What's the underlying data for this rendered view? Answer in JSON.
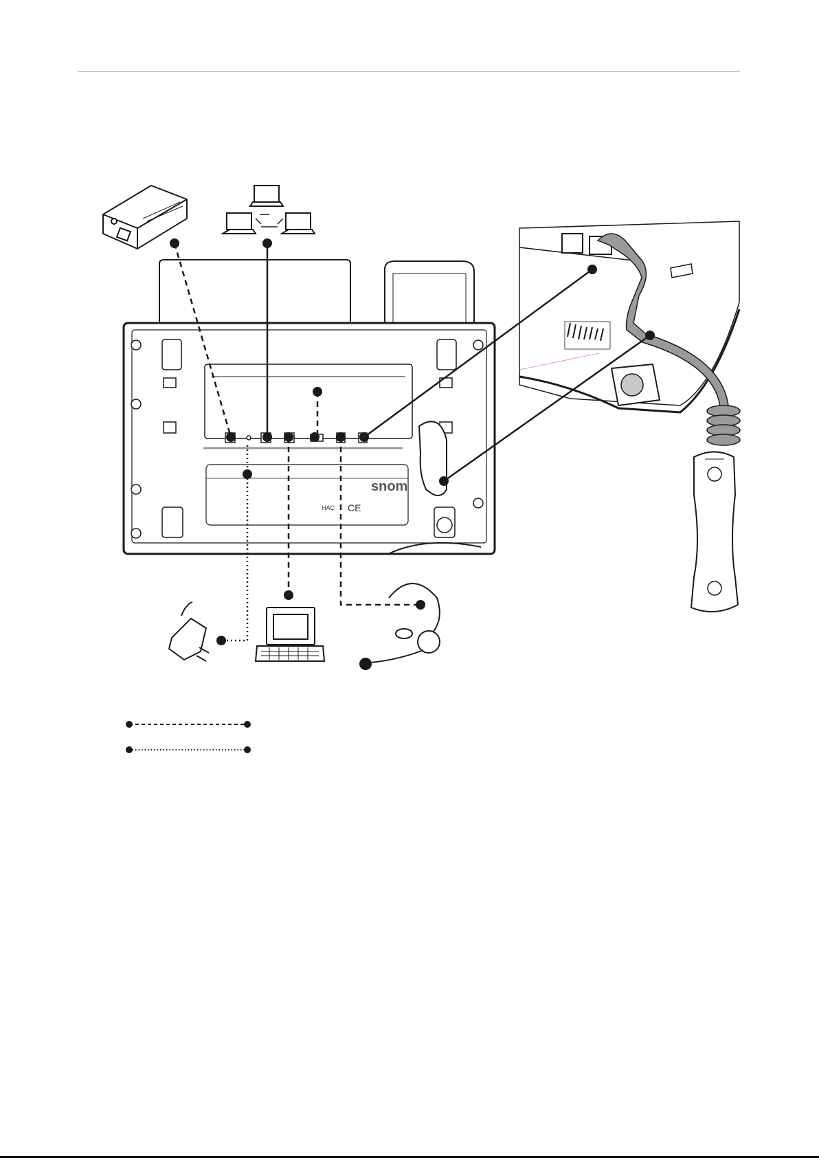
{
  "page": {
    "header_rule": true,
    "footer_rule": true
  },
  "phone_base": {
    "brand_label": "snom",
    "regulatory_label_hac": "HAC",
    "regulatory_label_ce": "CE",
    "port_count": 6
  },
  "connections": [
    {
      "id": "ehs-adapter",
      "name": "ehs-adapter-icon",
      "line_style": "dashed"
    },
    {
      "id": "network",
      "name": "network-icon",
      "line_style": "solid"
    },
    {
      "id": "expansion",
      "name": "expansion-port-link",
      "line_style": "dashed"
    },
    {
      "id": "handset",
      "name": "handset-cord-link",
      "line_style": "solid"
    },
    {
      "id": "power",
      "name": "power-adapter-icon",
      "line_style": "dotted"
    },
    {
      "id": "pc",
      "name": "computer-icon",
      "line_style": "dashed"
    },
    {
      "id": "headset",
      "name": "headset-icon",
      "line_style": "dashed"
    }
  ],
  "legend": {
    "items": [
      {
        "style": "dashed",
        "text": ""
      },
      {
        "style": "dotted",
        "text": ""
      }
    ]
  },
  "colors": {
    "line": "#1a1a1a",
    "cable_fill": "#9a9a9a",
    "base_fill": "#ffffff",
    "rule": "#c9c9c9"
  }
}
